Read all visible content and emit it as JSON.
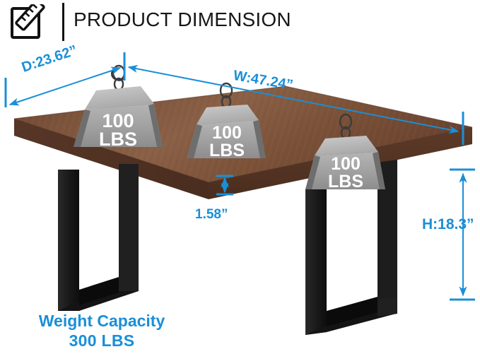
{
  "header": {
    "title": "PRODUCT DIMENSION",
    "icon": "ruler-document-icon"
  },
  "dimensions": {
    "depth_label": "D:23.62”",
    "width_label": "W:47.24”",
    "height_label": "H:18.3”",
    "thickness_label": "1.58”"
  },
  "capacity": {
    "line1": "Weight Capacity",
    "line2": "300 LBS"
  },
  "weights": [
    {
      "amount": "100",
      "unit": "LBS"
    },
    {
      "amount": "100",
      "unit": "LBS"
    },
    {
      "amount": "100",
      "unit": "LBS"
    }
  ],
  "colors": {
    "dimension_blue": "#1a8fd8",
    "tabletop_wood": "#8a6046",
    "tabletop_wood_dark": "#6b4430",
    "leg_black": "#1b1b1b",
    "weight_gray": "#9a9a9a",
    "text_black": "#171717",
    "background": "#ffffff"
  },
  "product": {
    "tabletop": "walnut-wood-tabletop",
    "legs": "black-metal-sled-legs"
  }
}
